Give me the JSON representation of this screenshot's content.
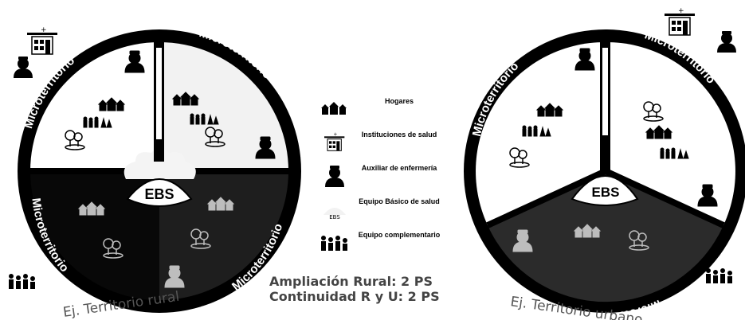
{
  "left_diagram": {
    "sector_labels": [
      "Microterritorio",
      "Microterritorio",
      "Microterritorio",
      "Microterritorio"
    ],
    "center_label": "EBS",
    "caption": "Ej. Territorio rural"
  },
  "right_diagram": {
    "sector_labels": [
      "Microterritorio",
      "Microterritorio",
      "Microterritorio"
    ],
    "center_label": "EBS",
    "caption": "Ej. Territorio urbano"
  },
  "legend": [
    {
      "icon": "houses-icon",
      "label": "Hogares"
    },
    {
      "icon": "health-institution-icon",
      "label": "Instituciones de salud"
    },
    {
      "icon": "nurse-icon",
      "label": "Auxiliar de enfermería"
    },
    {
      "icon": "ebs-team-icon",
      "label": "Equipo Básico de salud",
      "icon_text": "EBS"
    },
    {
      "icon": "complementary-team-icon",
      "label": "Equipo complementario"
    }
  ],
  "summary": {
    "line1": "Ampliación Rural: 2 PS",
    "line2": "Continuidad R y U: 2 PS"
  },
  "colors": {
    "ring": "#000000",
    "white_sector": "#ffffff",
    "light_sector": "#f2f2f2",
    "dark_sector": "#111111",
    "gray_sector": "#2b2b2b"
  }
}
